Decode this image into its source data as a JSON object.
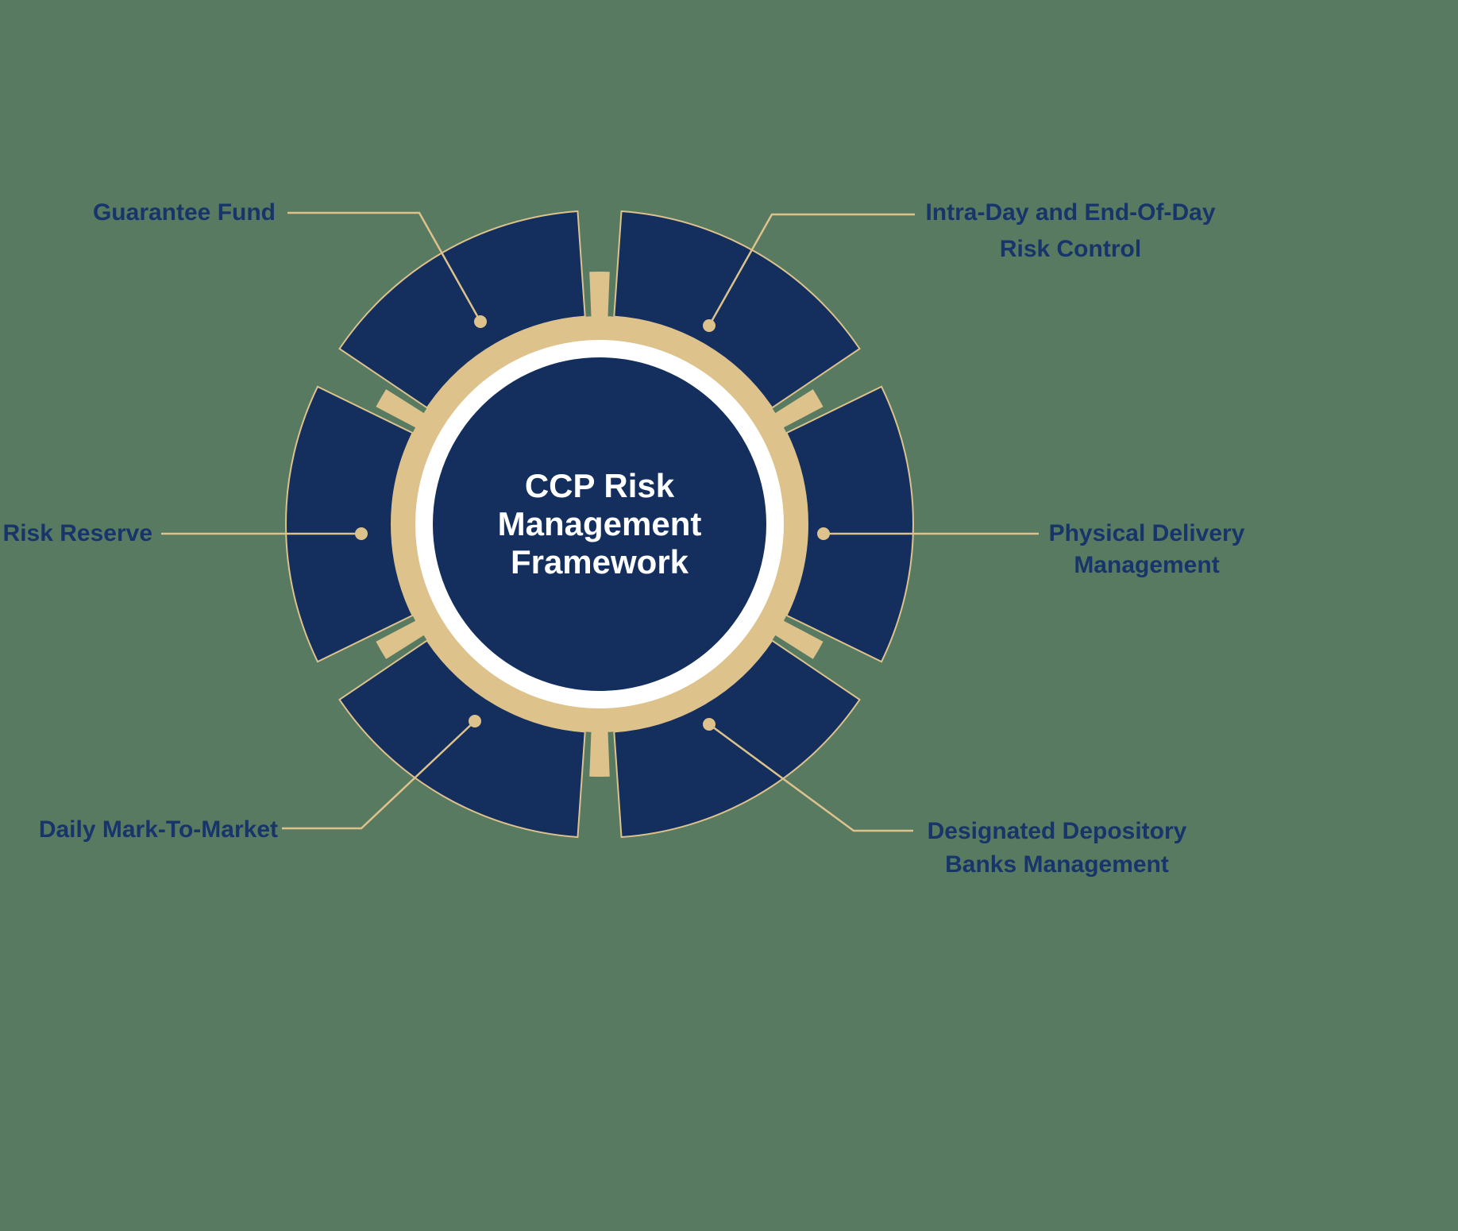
{
  "diagram": {
    "center_title": "CCP Risk\nManagement\nFramework",
    "colors": {
      "background": "#587a61",
      "segment_navy": "#142f5e",
      "accent_gold": "#ddc28c",
      "ring_white": "#ffffff",
      "label_text": "#17356a"
    }
  },
  "segments": [
    {
      "label": "Guarantee Fund"
    },
    {
      "label": "Intra-Day and End-Of-Day\nRisk Control"
    },
    {
      "label": "Physical Delivery\nManagement"
    },
    {
      "label": "Designated Depository\nBanks Management"
    },
    {
      "label": "Daily Mark-To-Market"
    },
    {
      "label": "Risk Reserve"
    }
  ]
}
